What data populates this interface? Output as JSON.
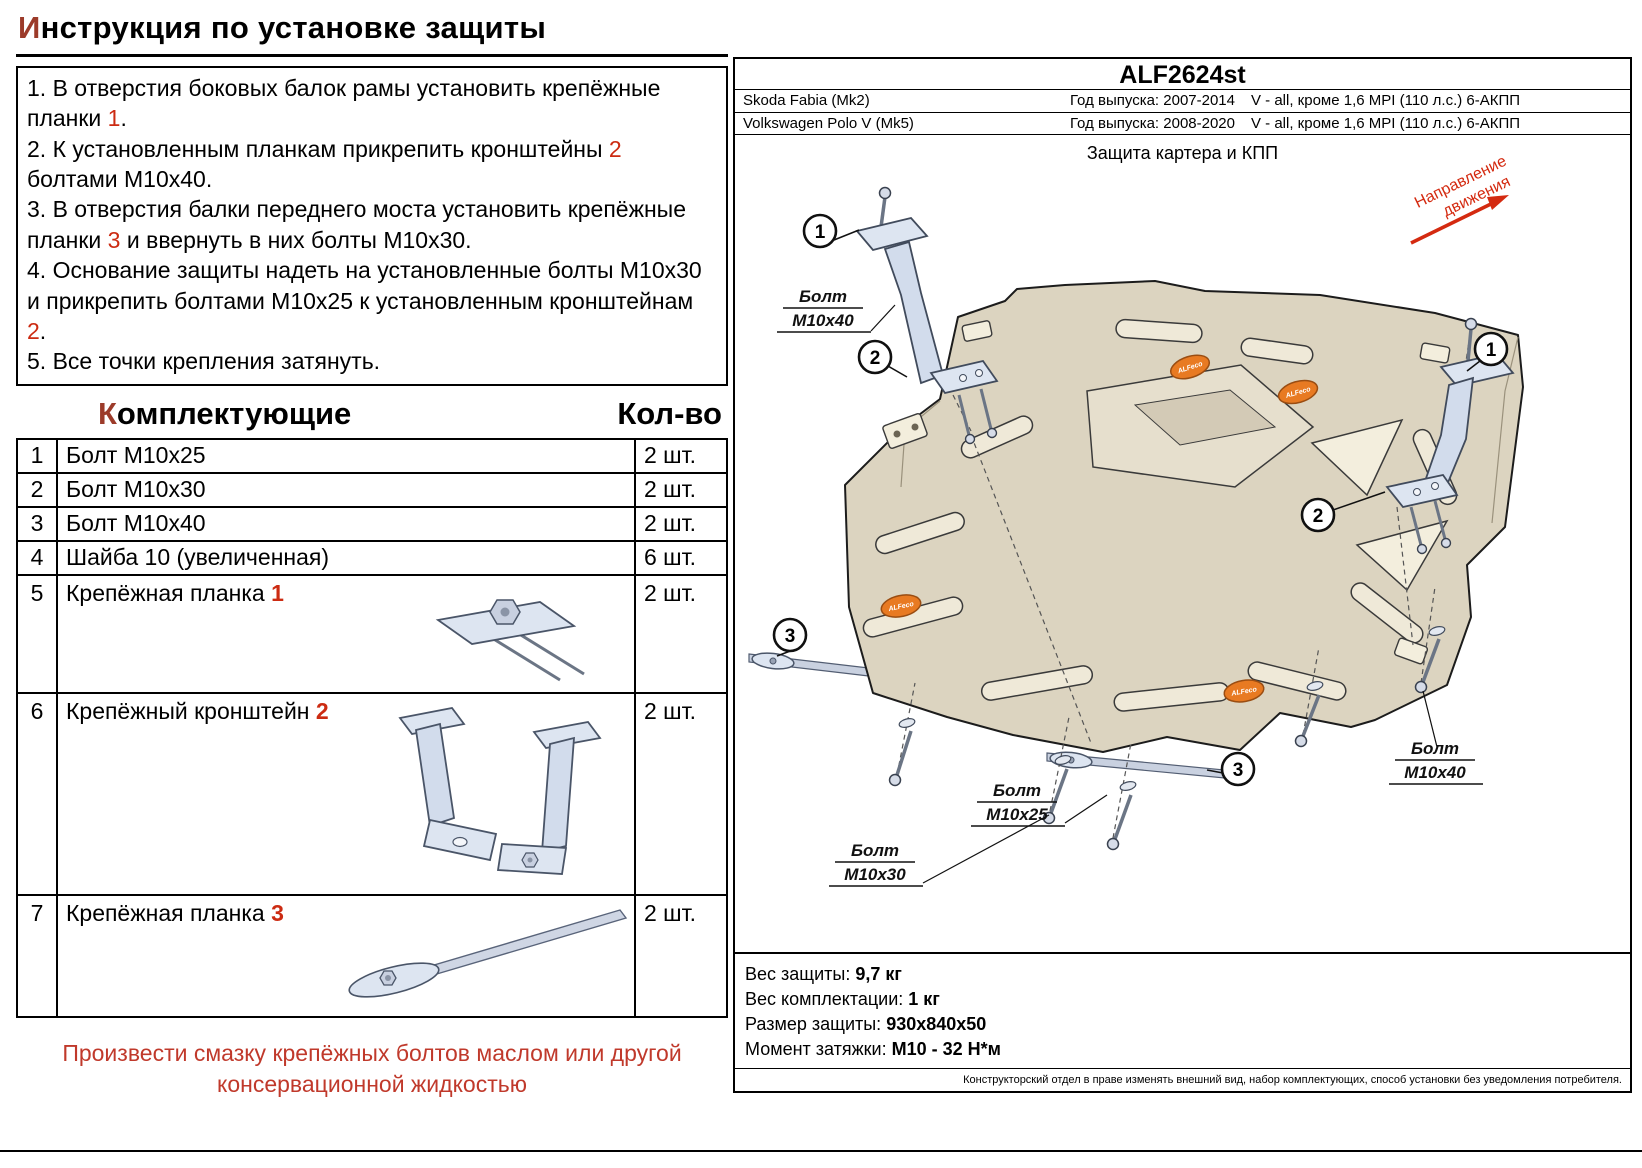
{
  "title": {
    "initial": "И",
    "rest": "нструкция по установке защиты"
  },
  "instructions": [
    {
      "pre": "1. В отверстия боковых балок рамы установить крепёжные планки ",
      "ref": "1",
      "post": "."
    },
    {
      "pre": "2. К установленным планкам прикрепить кронштейны ",
      "ref": "2",
      "post": " болтами М10х40."
    },
    {
      "pre": "3. В отверстия балки переднего моста установить крепёжные планки ",
      "ref": "3",
      "post": " и ввернуть в них болты М10х30."
    },
    {
      "pre": "4. Основание защиты надеть на установленные болты М10х30 и прикрепить болтами М10х25 к установленным кронштейнам ",
      "ref": "2",
      "post": "."
    },
    {
      "pre": "5. Все точки крепления затянуть.",
      "ref": "",
      "post": ""
    }
  ],
  "parts": {
    "heading_initial": "К",
    "heading_rest": "омплектующие",
    "qty_heading": "Кол-во",
    "rows": [
      {
        "num": "1",
        "name": "Болт М10х25",
        "ref": "",
        "qty": "2 шт."
      },
      {
        "num": "2",
        "name": "Болт М10х30",
        "ref": "",
        "qty": "2 шт."
      },
      {
        "num": "3",
        "name": "Болт М10х40",
        "ref": "",
        "qty": "2 шт."
      },
      {
        "num": "4",
        "name": "Шайба 10 (увеличенная)",
        "ref": "",
        "qty": "6 шт."
      },
      {
        "num": "5",
        "name": "Крепёжная планка ",
        "ref": "1",
        "qty": "2 шт."
      },
      {
        "num": "6",
        "name": "Крепёжный кронштейн ",
        "ref": "2",
        "qty": "2 шт."
      },
      {
        "num": "7",
        "name": "Крепёжная планка ",
        "ref": "3",
        "qty": "2 шт."
      }
    ]
  },
  "note": {
    "line1": "Произвести смазку крепёжных болтов маслом или другой",
    "line2": "консервационной жидкостью"
  },
  "panel": {
    "code": "ALF2624st",
    "vehicles": [
      {
        "model": "Skoda Fabia (Mk2)",
        "years": "Год выпуска: 2007-2014",
        "variant": "V - all, кроме 1,6 MPI (110 л.с.) 6-АКПП"
      },
      {
        "model": "Volkswagen Polo V (Mk5)",
        "years": "Год выпуска: 2008-2020",
        "variant": "V - all, кроме 1,6 MPI (110 л.с.) 6-АКПП"
      }
    ],
    "drawing": {
      "title": "Защита картера и КПП",
      "direction": {
        "line1": "Направление",
        "line2": "движения"
      },
      "bolt_labels": {
        "word": "Болт",
        "m10x25": "М10х25",
        "m10x30": "М10х30",
        "m10x40": "М10х40"
      },
      "callouts": {
        "one": "1",
        "two": "2",
        "three": "3"
      },
      "brand": "ALFeco"
    },
    "specs": [
      {
        "label": "Вес защиты: ",
        "value": "9,7 кг"
      },
      {
        "label": "Вес комплектации: ",
        "value": "1 кг"
      },
      {
        "label": "Размер защиты: ",
        "value": "930х840х50"
      },
      {
        "label": "Момент затяжки: ",
        "value": "М10 - 32 Н*м"
      }
    ],
    "disclaimer": "Конструкторский отдел в праве изменять внешний вид, набор комплектующих, способ установки без уведомления потребителя."
  },
  "colors": {
    "accent_red": "#c0392b",
    "ref_red": "#cc2b12",
    "title_initial": "#9c3b2a",
    "direction_red": "#d42a10",
    "plate_fill": "#dcd4c0",
    "bracket_fill": "#d2dcec",
    "badge_orange": "#e87a22"
  }
}
